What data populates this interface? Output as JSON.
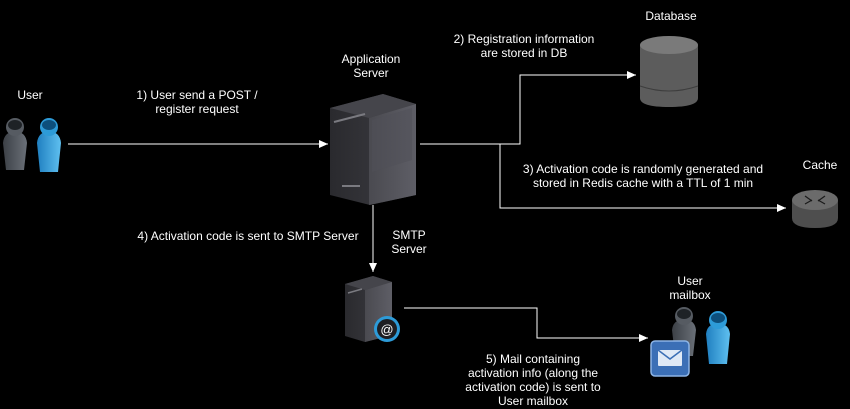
{
  "labels": {
    "user": "User",
    "app_server": "Application\nServer",
    "database": "Database",
    "cache": "Cache",
    "smtp_server": "SMTP\nServer",
    "user_mailbox": "User\nmailbox"
  },
  "steps": {
    "step1": "1) User send a POST /\nregister request",
    "step2": "2) Registration information\nare stored in DB",
    "step3": "3) Activation code is randomly generated and\nstored in Redis cache with a TTL of 1 min",
    "step4": "4) Activation code is sent to SMTP Server",
    "step5": "5) Mail containing\nactivation info (along the\nactivation code) is sent to\nUser mailbox"
  },
  "colors": {
    "background": "#000000",
    "text": "#ffffff",
    "connector": "#ffffff",
    "user_dark": "#5a5f66",
    "user_blue": "#2d9bd8",
    "server_dark": "#3a3a3e",
    "device_gray": "#5c5c5c",
    "mail_blue": "#3b6fb6"
  },
  "icons": [
    "user-icon",
    "server-icon",
    "database-icon",
    "router-icon",
    "mail-server-icon",
    "mailbox-icon"
  ]
}
